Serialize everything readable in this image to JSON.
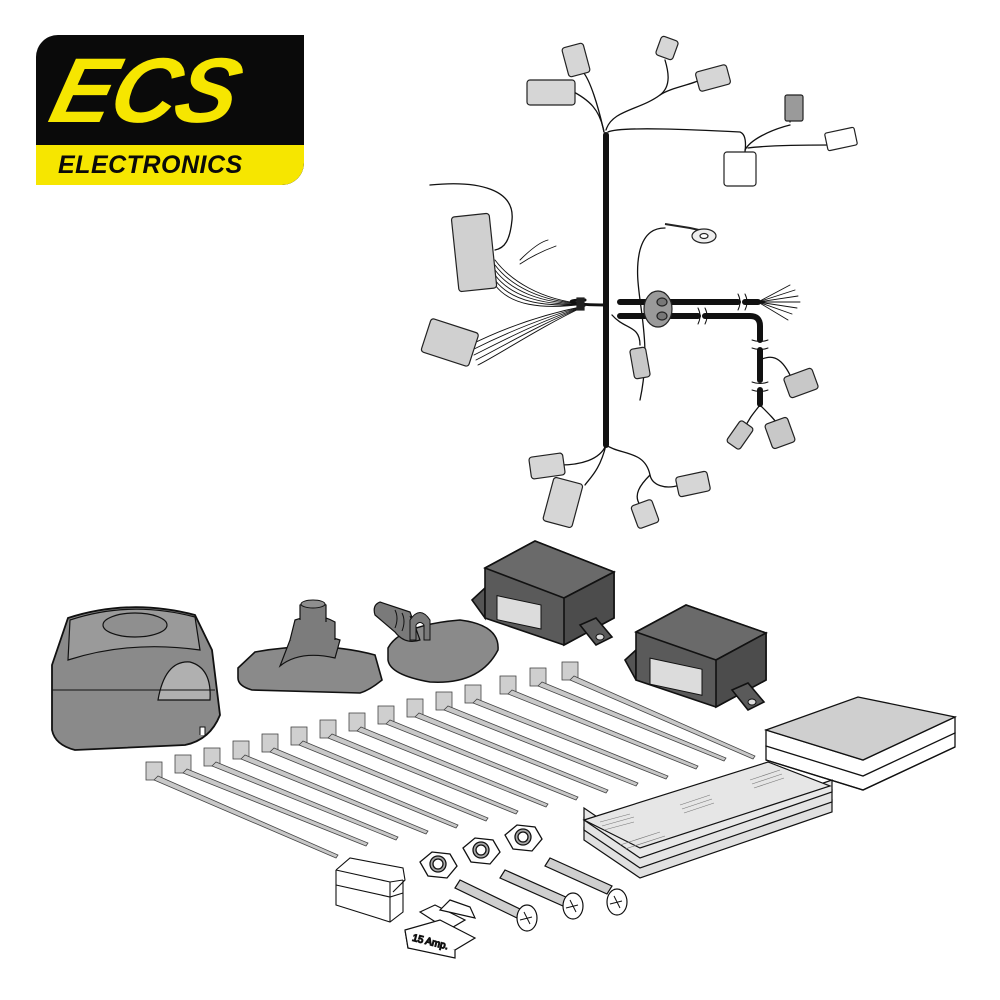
{
  "logo": {
    "brand": "ECS",
    "subtitle": "ELECTRONICS",
    "colors": {
      "background": "#0a0a0a",
      "accent": "#f6e600"
    }
  },
  "illustration": {
    "subject": "towbar wiring kit components",
    "components": [
      {
        "name": "wiring-harness",
        "count": 1
      },
      {
        "name": "trailer-socket-13pin",
        "count": 1
      },
      {
        "name": "socket-gasket-seal",
        "count": 1
      },
      {
        "name": "cable-grommet",
        "count": 1
      },
      {
        "name": "control-module",
        "count": 2
      },
      {
        "name": "cable-tie",
        "count": 15
      },
      {
        "name": "instruction-manual",
        "count": 1
      },
      {
        "name": "fitting-instructions-booklet",
        "count": 1
      },
      {
        "name": "hex-nut",
        "count": 3
      },
      {
        "name": "bolt-screw",
        "count": 3
      },
      {
        "name": "fuse-holder",
        "count": 1
      },
      {
        "name": "blade-fuse",
        "count": 1
      }
    ],
    "fuse_label": "15 Amp.",
    "colors": {
      "part_gray": "#8a8a8a",
      "module_dark": "#555555",
      "cable_tie": "#c8c8c8",
      "line": "#111111"
    }
  }
}
